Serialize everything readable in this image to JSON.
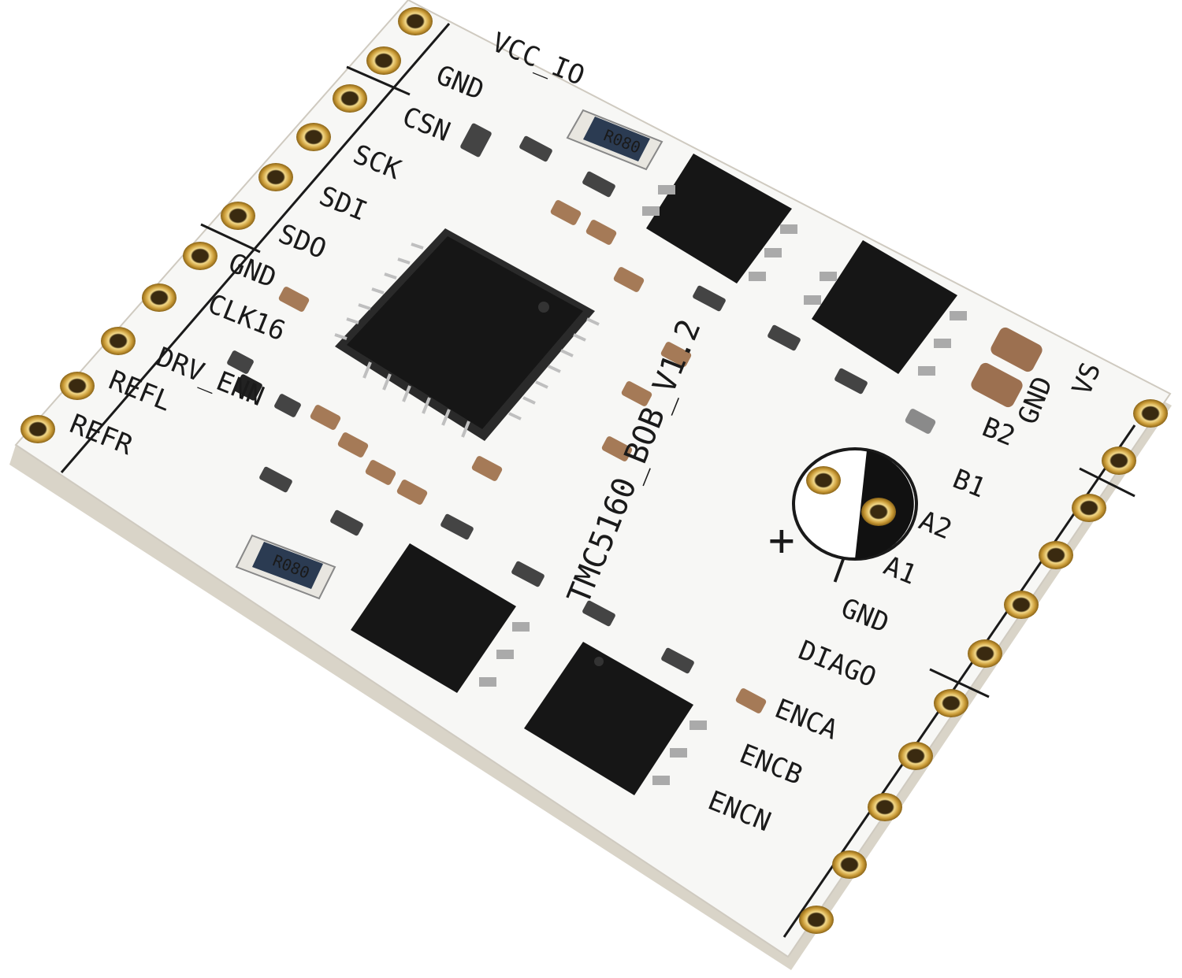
{
  "board": {
    "name": "TMC5160_BOB_V1.2",
    "left_labels": [
      "VCC_IO",
      "GND",
      "CSN",
      "SCK",
      "SDI",
      "SDO",
      "GND",
      "CLK16",
      "DRV_ENN",
      "REFL",
      "REFR"
    ],
    "right_labels": [
      "VS",
      "GND",
      "B2",
      "B1",
      "A2",
      "A1",
      "GND",
      "DIAGO",
      "ENCA",
      "ENCB",
      "ENCN"
    ],
    "resistor_marking_top": "R080",
    "resistor_marking_bottom": "R080",
    "polarity_plus": "+",
    "polarity_minus": "–"
  },
  "colors": {
    "board": "#f7f7f5",
    "board_edge": "#d9d4c8",
    "chip": "#161616",
    "pad": "#c9a24a",
    "cap": "#a57a57",
    "silkscreen": "#1a1a1a"
  }
}
